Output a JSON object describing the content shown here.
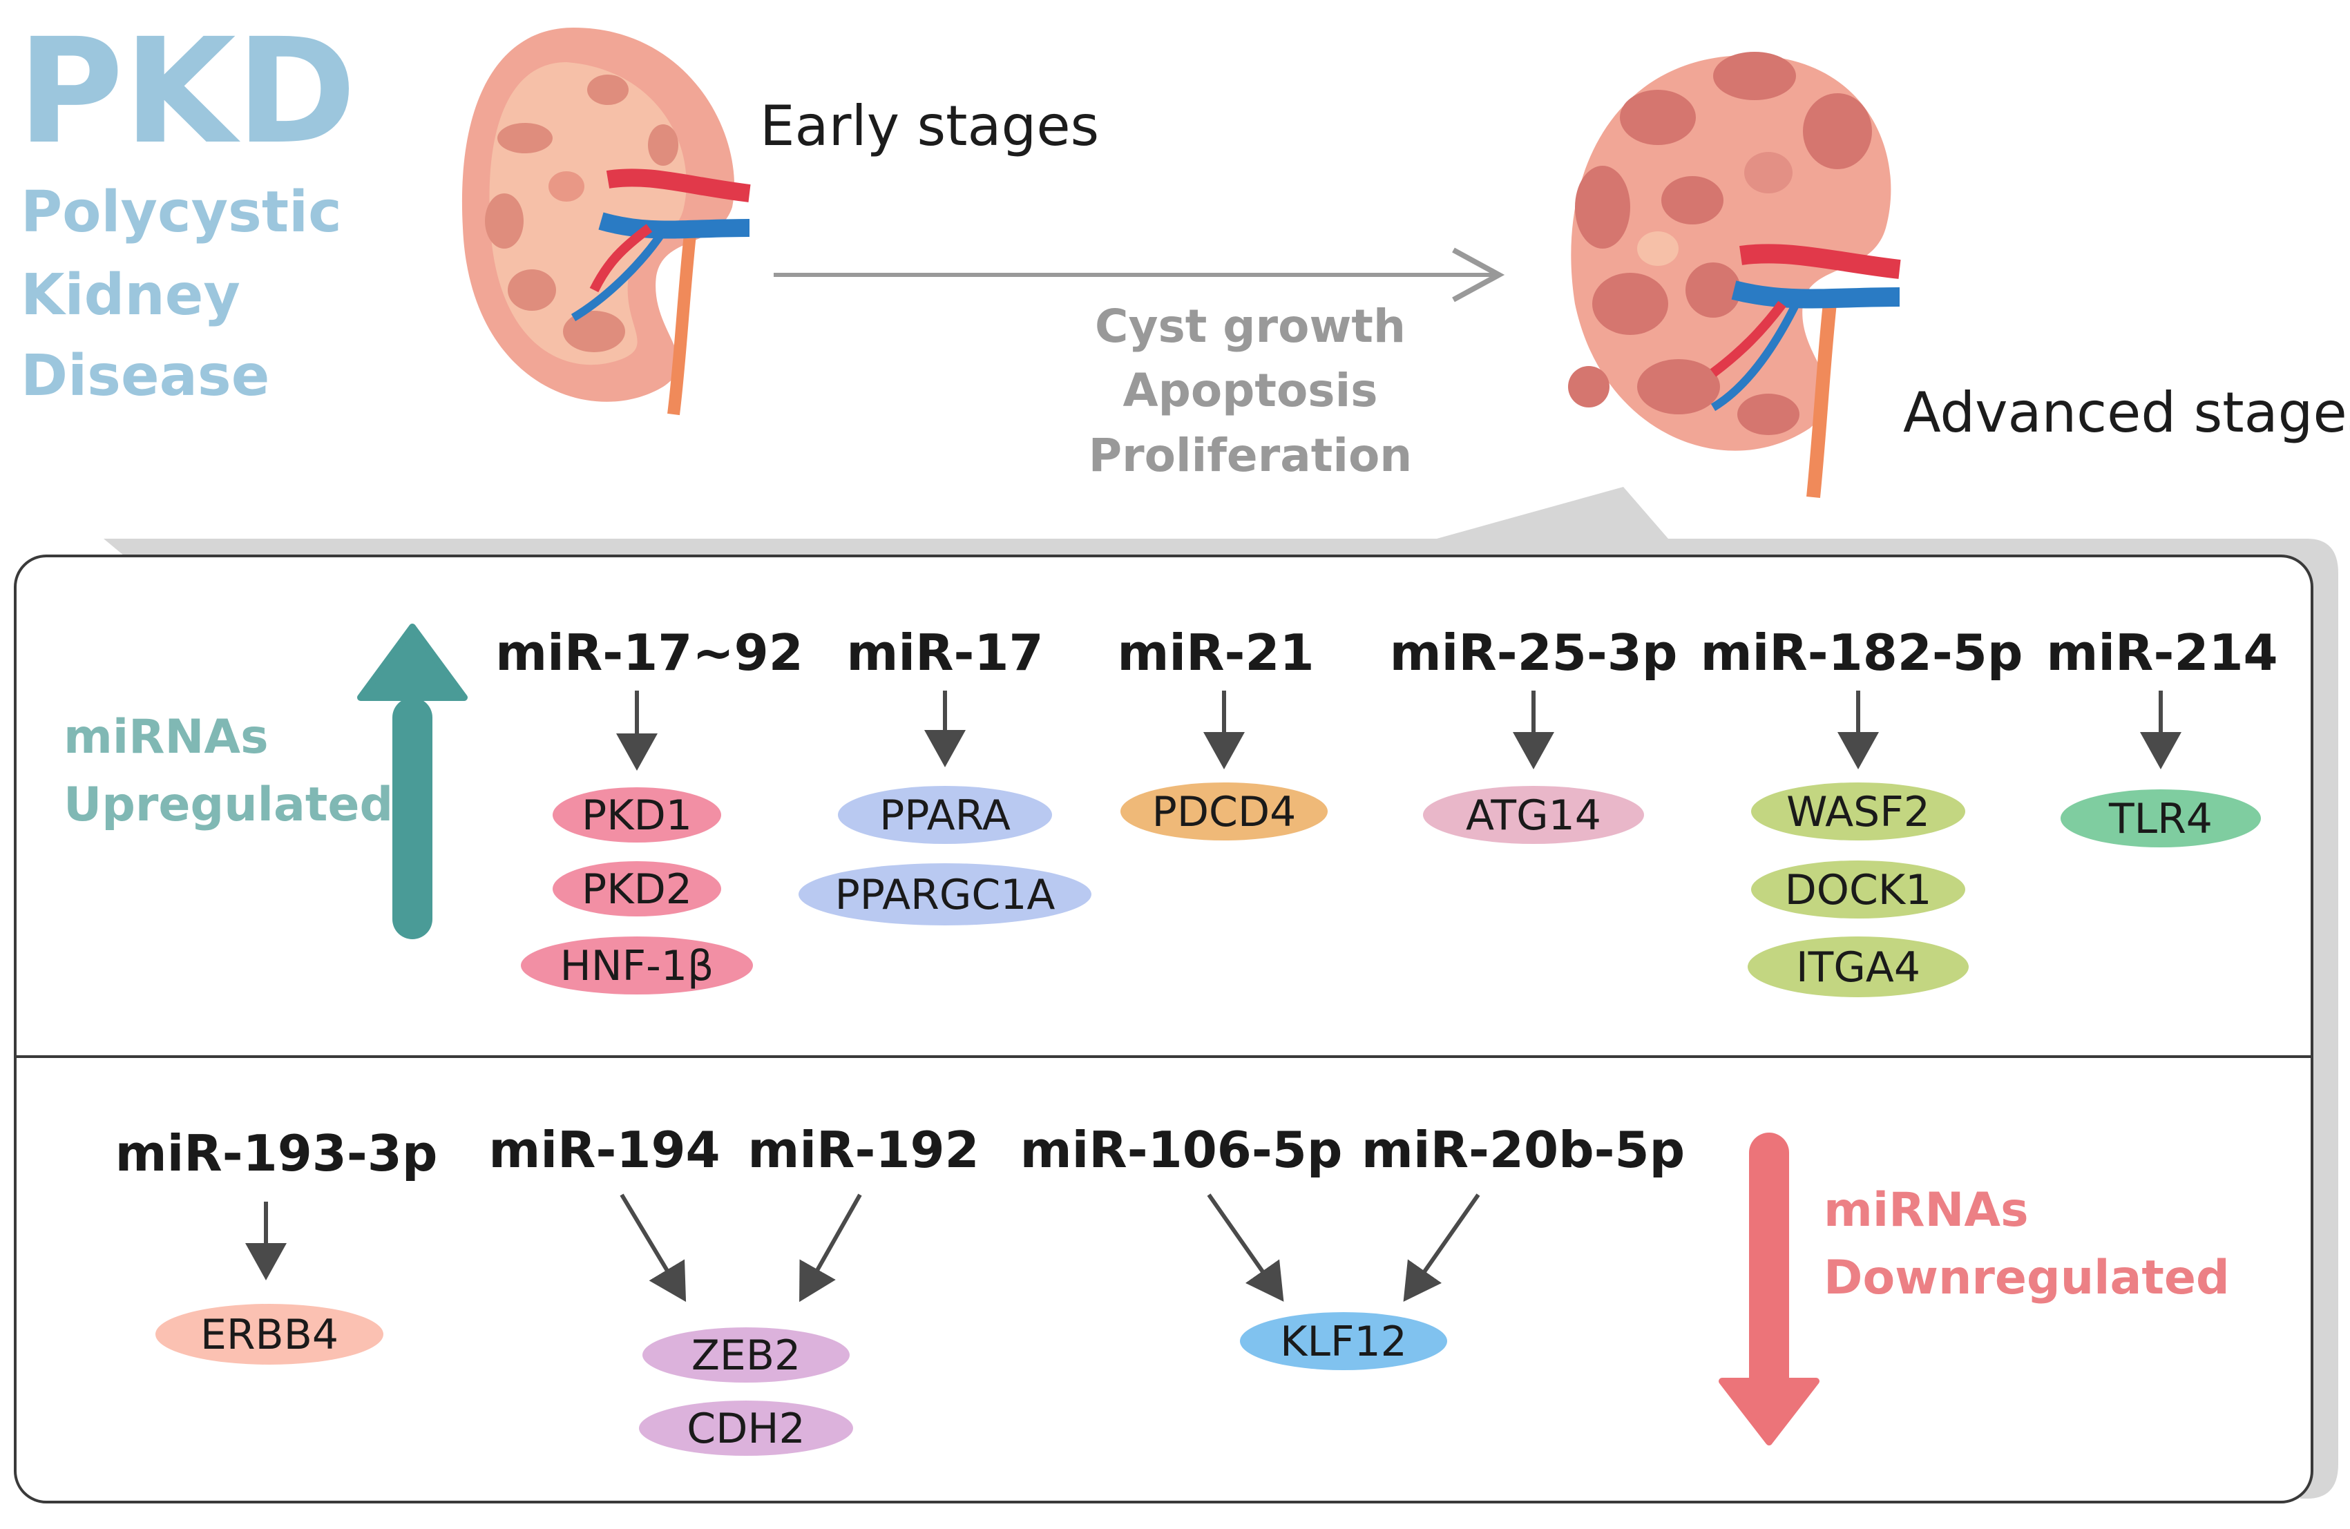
{
  "header": {
    "title": "PKD",
    "subtitle_line1": "Polycystic",
    "subtitle_line2": "Kidney",
    "subtitle_line3": "Disease"
  },
  "stages": {
    "early": "Early stages",
    "advanced": "Advanced stages"
  },
  "process": {
    "line1": "Cyst growth",
    "line2": "Apoptosis",
    "line3": "Proliferation"
  },
  "upregulated": {
    "label_line1": "miRNAs",
    "label_line2": "Upregulated",
    "groups": [
      {
        "mirna": "miR-17~92",
        "targets": [
          "PKD1",
          "PKD2",
          "HNF-1β"
        ]
      },
      {
        "mirna": "miR-17",
        "targets": [
          "PPARA",
          "PPARGC1A"
        ]
      },
      {
        "mirna": "miR-21",
        "targets": [
          "PDCD4"
        ]
      },
      {
        "mirna": "miR-25-3p",
        "targets": [
          "ATG14"
        ]
      },
      {
        "mirna": "miR-182-5p",
        "targets": [
          "WASF2",
          "DOCK1",
          "ITGA4"
        ]
      },
      {
        "mirna": "miR-214",
        "targets": [
          "TLR4"
        ]
      }
    ]
  },
  "downregulated": {
    "label_line1": "miRNAs",
    "label_line2": "Downregulated",
    "mirnas": [
      "miR-193-3p",
      "miR-194",
      "miR-192",
      "miR-106-5p",
      "miR-20b-5p"
    ],
    "targets": [
      "ERBB4",
      "ZEB2",
      "CDH2",
      "KLF12"
    ]
  },
  "colors": {
    "title_blue": "#9cc6dd",
    "up_teal": "#4a9b97",
    "down_red": "#ec7479",
    "pink": "#f28fa4",
    "lavender": "#b9c9f1",
    "orange": "#efb978",
    "mauve": "#e9b7c9",
    "olive": "#c3d681",
    "green": "#7fcda0",
    "salmon": "#fbc1b2",
    "violet": "#dcb2dc",
    "blue": "#80c2ef"
  }
}
